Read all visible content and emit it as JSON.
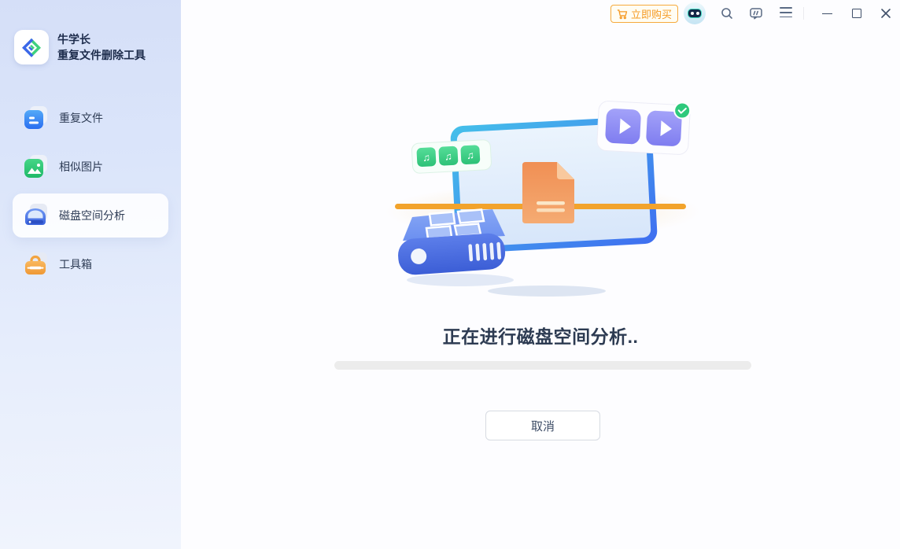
{
  "brand": {
    "line1": "牛学长",
    "line2": "重复文件删除工具"
  },
  "titlebar": {
    "buy_label": "立即购买",
    "icons": [
      "cart-icon",
      "assistant-robot-icon",
      "search-icon",
      "feedback-icon",
      "menu-icon",
      "minimize-icon",
      "maximize-icon",
      "close-icon"
    ]
  },
  "sidebar": {
    "items": [
      {
        "label": "重复文件",
        "icon": "duplicate-file-icon",
        "active": false
      },
      {
        "label": "相似图片",
        "icon": "similar-image-icon",
        "active": false
      },
      {
        "label": "磁盘空间分析",
        "icon": "disk-analysis-icon",
        "active": true
      },
      {
        "label": "工具箱",
        "icon": "toolbox-icon",
        "active": false
      }
    ]
  },
  "status": {
    "title": "正在进行磁盘空间分析..",
    "progress_percent": 0,
    "cancel_label": "取消"
  },
  "colors": {
    "accent_orange": "#f59a23",
    "brand_blue": "#3b68e8",
    "brand_green": "#3fd17e",
    "sidebar_top": "#d5dff8",
    "sidebar_bottom": "#f0f4fd",
    "active_nav_bg": "#ffffff",
    "progress_track": "#ececec",
    "title_text": "#2d3b52"
  }
}
